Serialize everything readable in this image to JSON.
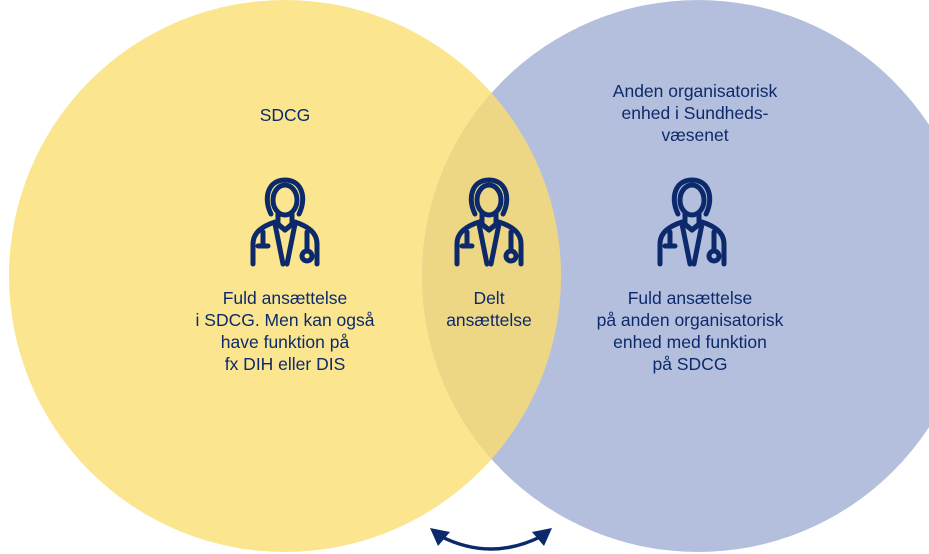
{
  "colors": {
    "left_circle": "#fbe58e",
    "right_circle": "#b4bfdd",
    "overlap": "#eed784",
    "text": "#0c2a6b",
    "icon": "#0c2a6b"
  },
  "left": {
    "title": "SDCG",
    "description": "Fuld ansættelse\ni SDCG. Men kan også\nhave funktion på\nfx DIH eller DIS",
    "icon": "female-doctor-icon"
  },
  "center": {
    "description": "Delt\nansættelse",
    "icon": "female-doctor-icon"
  },
  "right": {
    "title": "Anden organisatorisk\nenhed i Sundheds-\nvæsenet",
    "description": "Fuld ansættelse\npå anden organisatorisk\nenhed med funktion\npå SDCG",
    "icon": "female-doctor-icon"
  },
  "bottom": {
    "icon": "double-arrow-icon"
  }
}
